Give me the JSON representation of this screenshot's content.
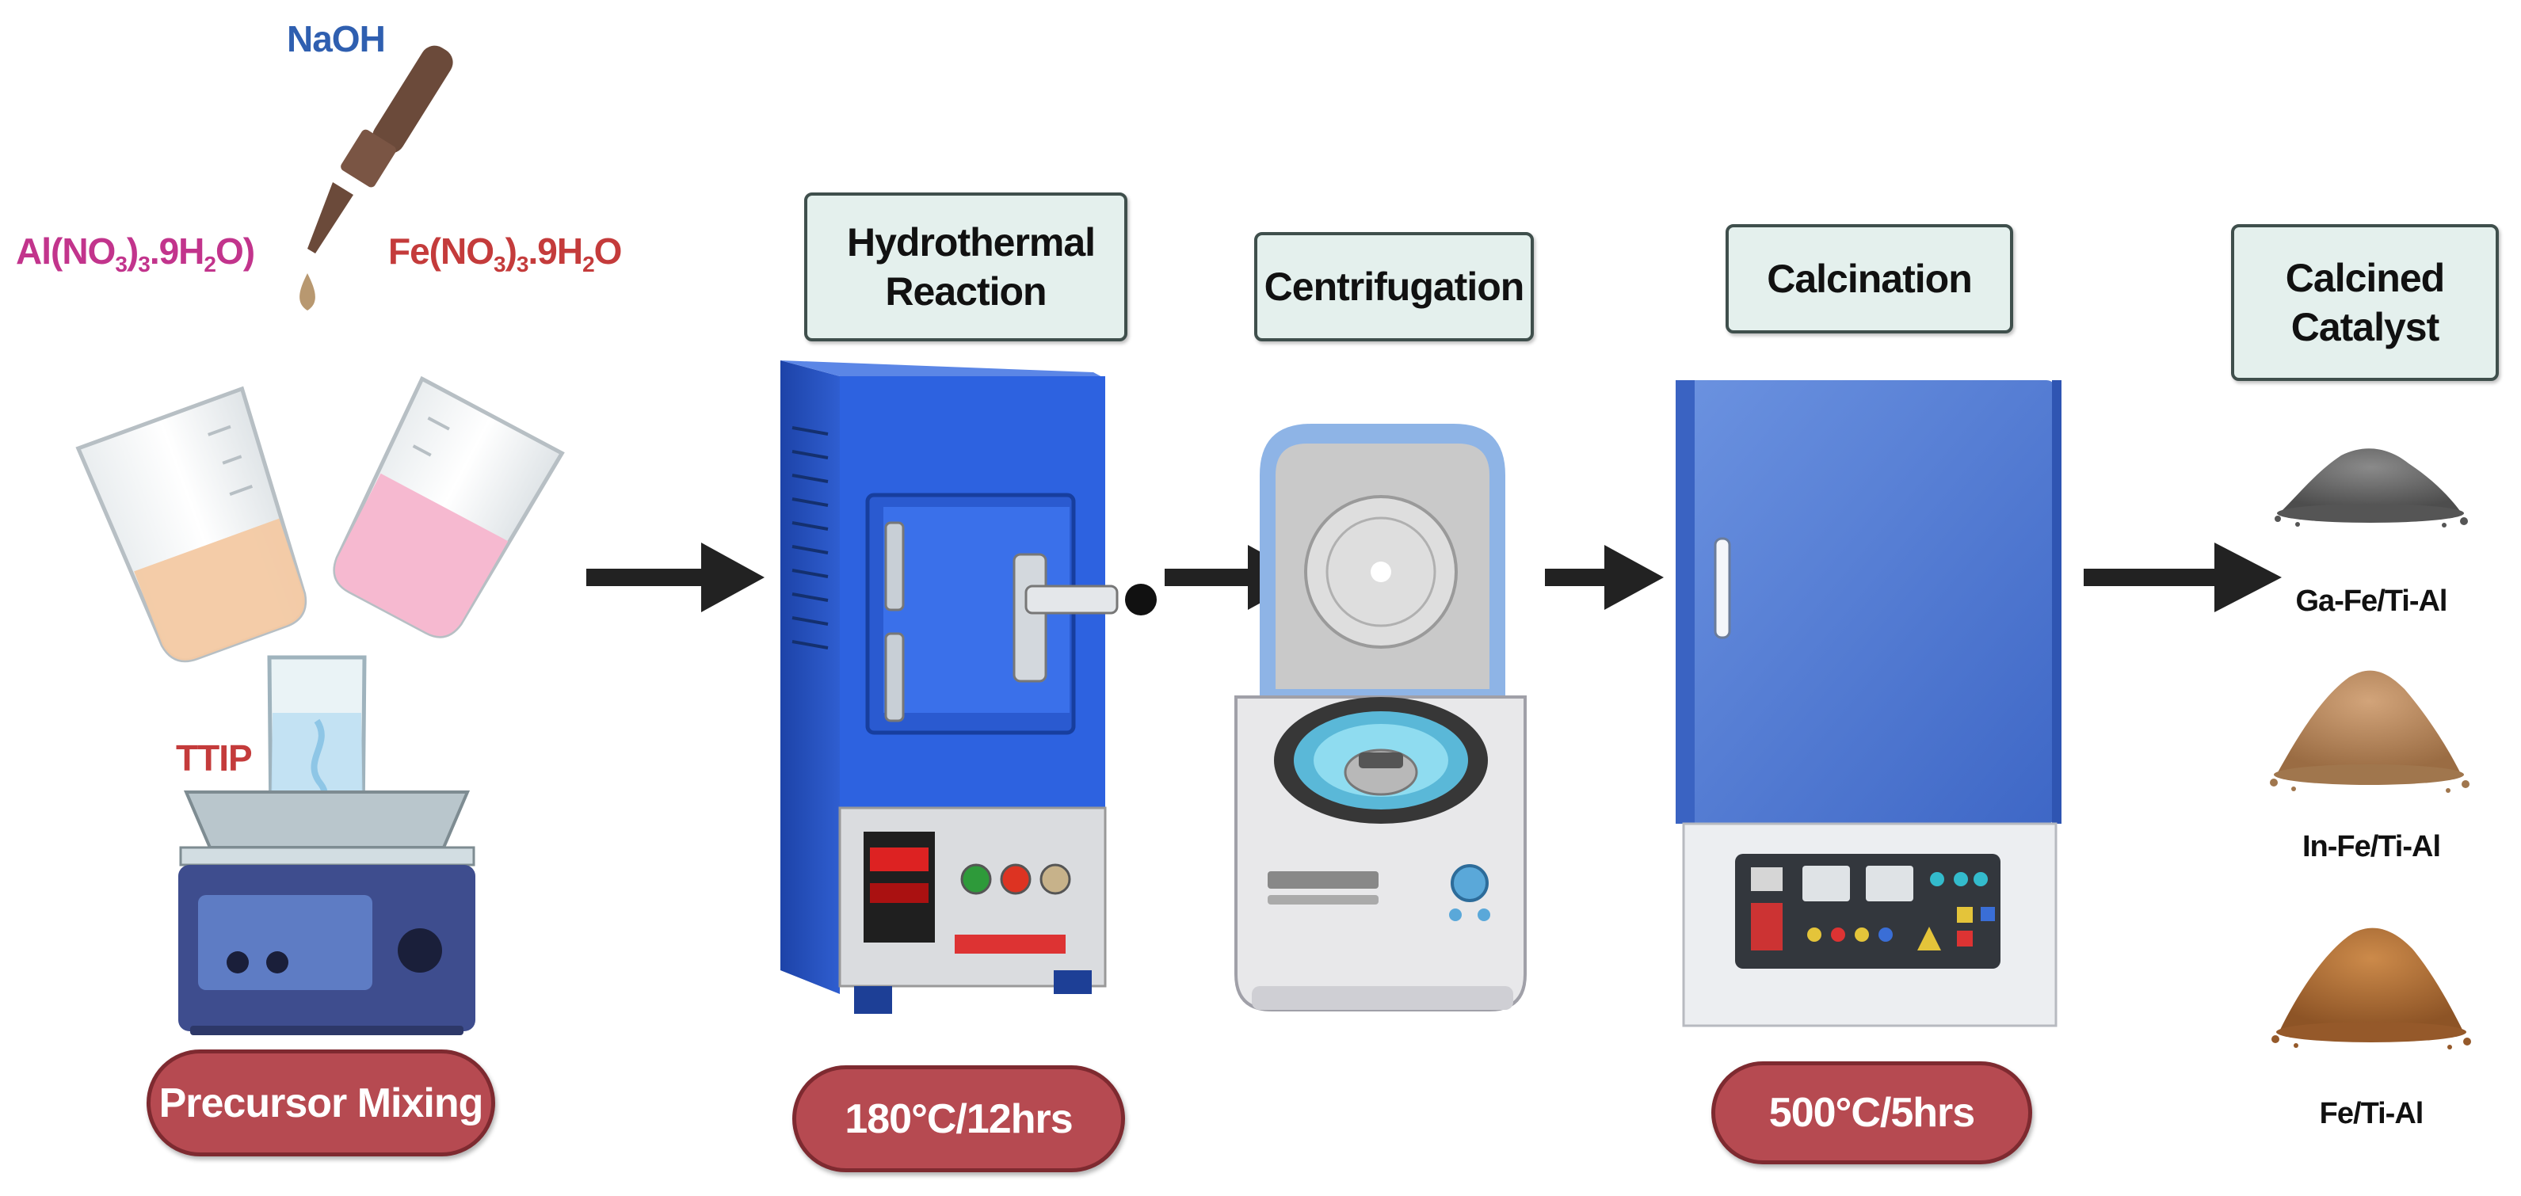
{
  "reagents": {
    "naoh": "NaOH",
    "al_salt": {
      "pre": "Al(NO",
      "s1": "3",
      "mid": ")",
      "s2": "3",
      "post": ".9H",
      "s3": "2",
      "end": "O)"
    },
    "fe_salt": {
      "pre": "Fe(NO",
      "s1": "3",
      "mid": ")",
      "s2": "3",
      "post": ".9H",
      "s3": "2",
      "end": "O"
    },
    "ttip": "TTIP"
  },
  "steps": {
    "hydrothermal": "Hydrothermal Reaction",
    "centrifugation": "Centrifugation",
    "calcination": "Calcination",
    "calcined_catalyst": "Calcined Catalyst"
  },
  "conditions": {
    "precursor_mixing": "Precursor Mixing",
    "hydrothermal": "180°C/12hrs",
    "calcination": "500°C/5hrs"
  },
  "catalysts": [
    {
      "label": "Ga-Fe/Ti-Al",
      "color": "#6a6a6a"
    },
    {
      "label": "In-Fe/Ti-Al",
      "color": "#b8875a"
    },
    {
      "label": "Fe/Ti-Al",
      "color": "#b06f36"
    }
  ],
  "colors": {
    "naoh": "#2f5fb0",
    "al_salt": "#c2348c",
    "fe_salt": "#c43b3b",
    "ttip": "#c43b3b",
    "pill": "#b64a51",
    "label_box": "#e4f0ed",
    "oven_blue": "#2c5fd6",
    "furnace_blue": "#4a78d4"
  }
}
